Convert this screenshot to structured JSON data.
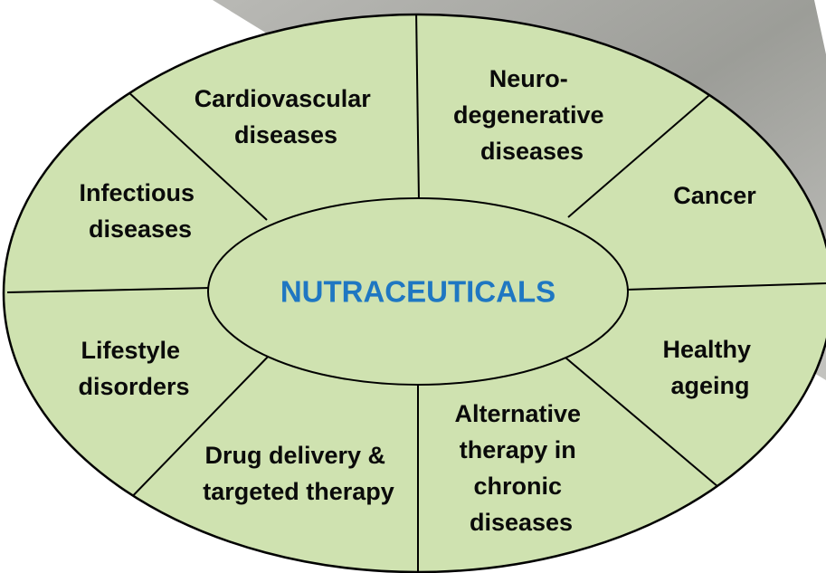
{
  "diagram": {
    "center": {
      "label": "NUTRACEUTICALS"
    },
    "segments": [
      {
        "id": "cardiovascular",
        "lines": [
          "Cardiovascular",
          "diseases"
        ]
      },
      {
        "id": "neurodegenerative",
        "lines": [
          "Neuro-",
          "degenerative",
          "diseases"
        ]
      },
      {
        "id": "cancer",
        "lines": [
          "Cancer"
        ]
      },
      {
        "id": "healthy-ageing",
        "lines": [
          "Healthy",
          "ageing"
        ]
      },
      {
        "id": "alternative-therapy",
        "lines": [
          "Alternative",
          "therapy in",
          "chronic",
          "diseases"
        ]
      },
      {
        "id": "drug-delivery",
        "lines": [
          "Drug delivery &",
          "targeted therapy"
        ]
      },
      {
        "id": "lifestyle",
        "lines": [
          "Lifestyle",
          "disorders"
        ]
      },
      {
        "id": "infectious",
        "lines": [
          "Infectious",
          "diseases"
        ]
      }
    ],
    "colors": {
      "fill": "#cfe2b0",
      "stroke": "#000000",
      "center_text": "#1f77c2",
      "label_text": "#0a0a0a",
      "background_gray": "#a9a9a6"
    }
  }
}
